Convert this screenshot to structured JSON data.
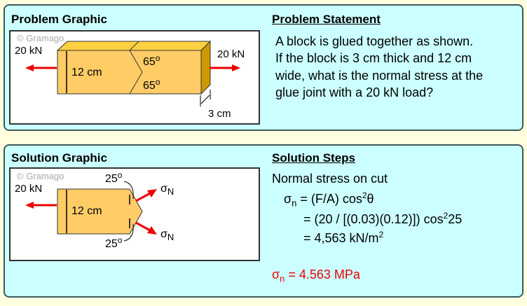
{
  "problem": {
    "graphic_title": "Problem Graphic",
    "statement_title": "Problem Statement",
    "statement_lines": [
      "A block is glued together as shown.",
      "If the block is 3 cm thick and 12 cm",
      "wide, what is the normal stress at the",
      "glue joint with a 20 kN load?"
    ],
    "graphic": {
      "watermark": "© Gramago",
      "load_left": "20 kN",
      "load_right": "20 kN",
      "width_label": "12 cm",
      "angle_top": "65",
      "angle_bottom": "65",
      "degree": "o",
      "thickness_label": "3 cm"
    }
  },
  "solution": {
    "graphic_title": "Solution Graphic",
    "steps_title": "Solution Steps",
    "graphic": {
      "watermark": "© Gramago",
      "load_left": "20 kN",
      "width_label": "12 cm",
      "angle_top": "25",
      "angle_bottom": "25",
      "degree": "o",
      "sigma": "σ",
      "sigma_sub": "N"
    },
    "step1": "Normal stress on cut",
    "step2_sym": "σ",
    "step2_sub": "n",
    "step2_a": " = (F/A) cos",
    "step2_sup": "2",
    "step2_b": "θ",
    "step3_a": "= (20 / [(0.03)(0.12)]) cos",
    "step3_sup": "2",
    "step3_b": "25",
    "step4_a": "= 4,563 kN/m",
    "step4_sup": "2",
    "answer_sym": "σ",
    "answer_sub": "n",
    "answer_val": " = 4.563 MPa"
  },
  "colors": {
    "block": "#FFCC66",
    "block_top": "#FFD040",
    "block_side": "#CC9900",
    "arrow": "#EE0000",
    "answer": "#EE0000"
  }
}
